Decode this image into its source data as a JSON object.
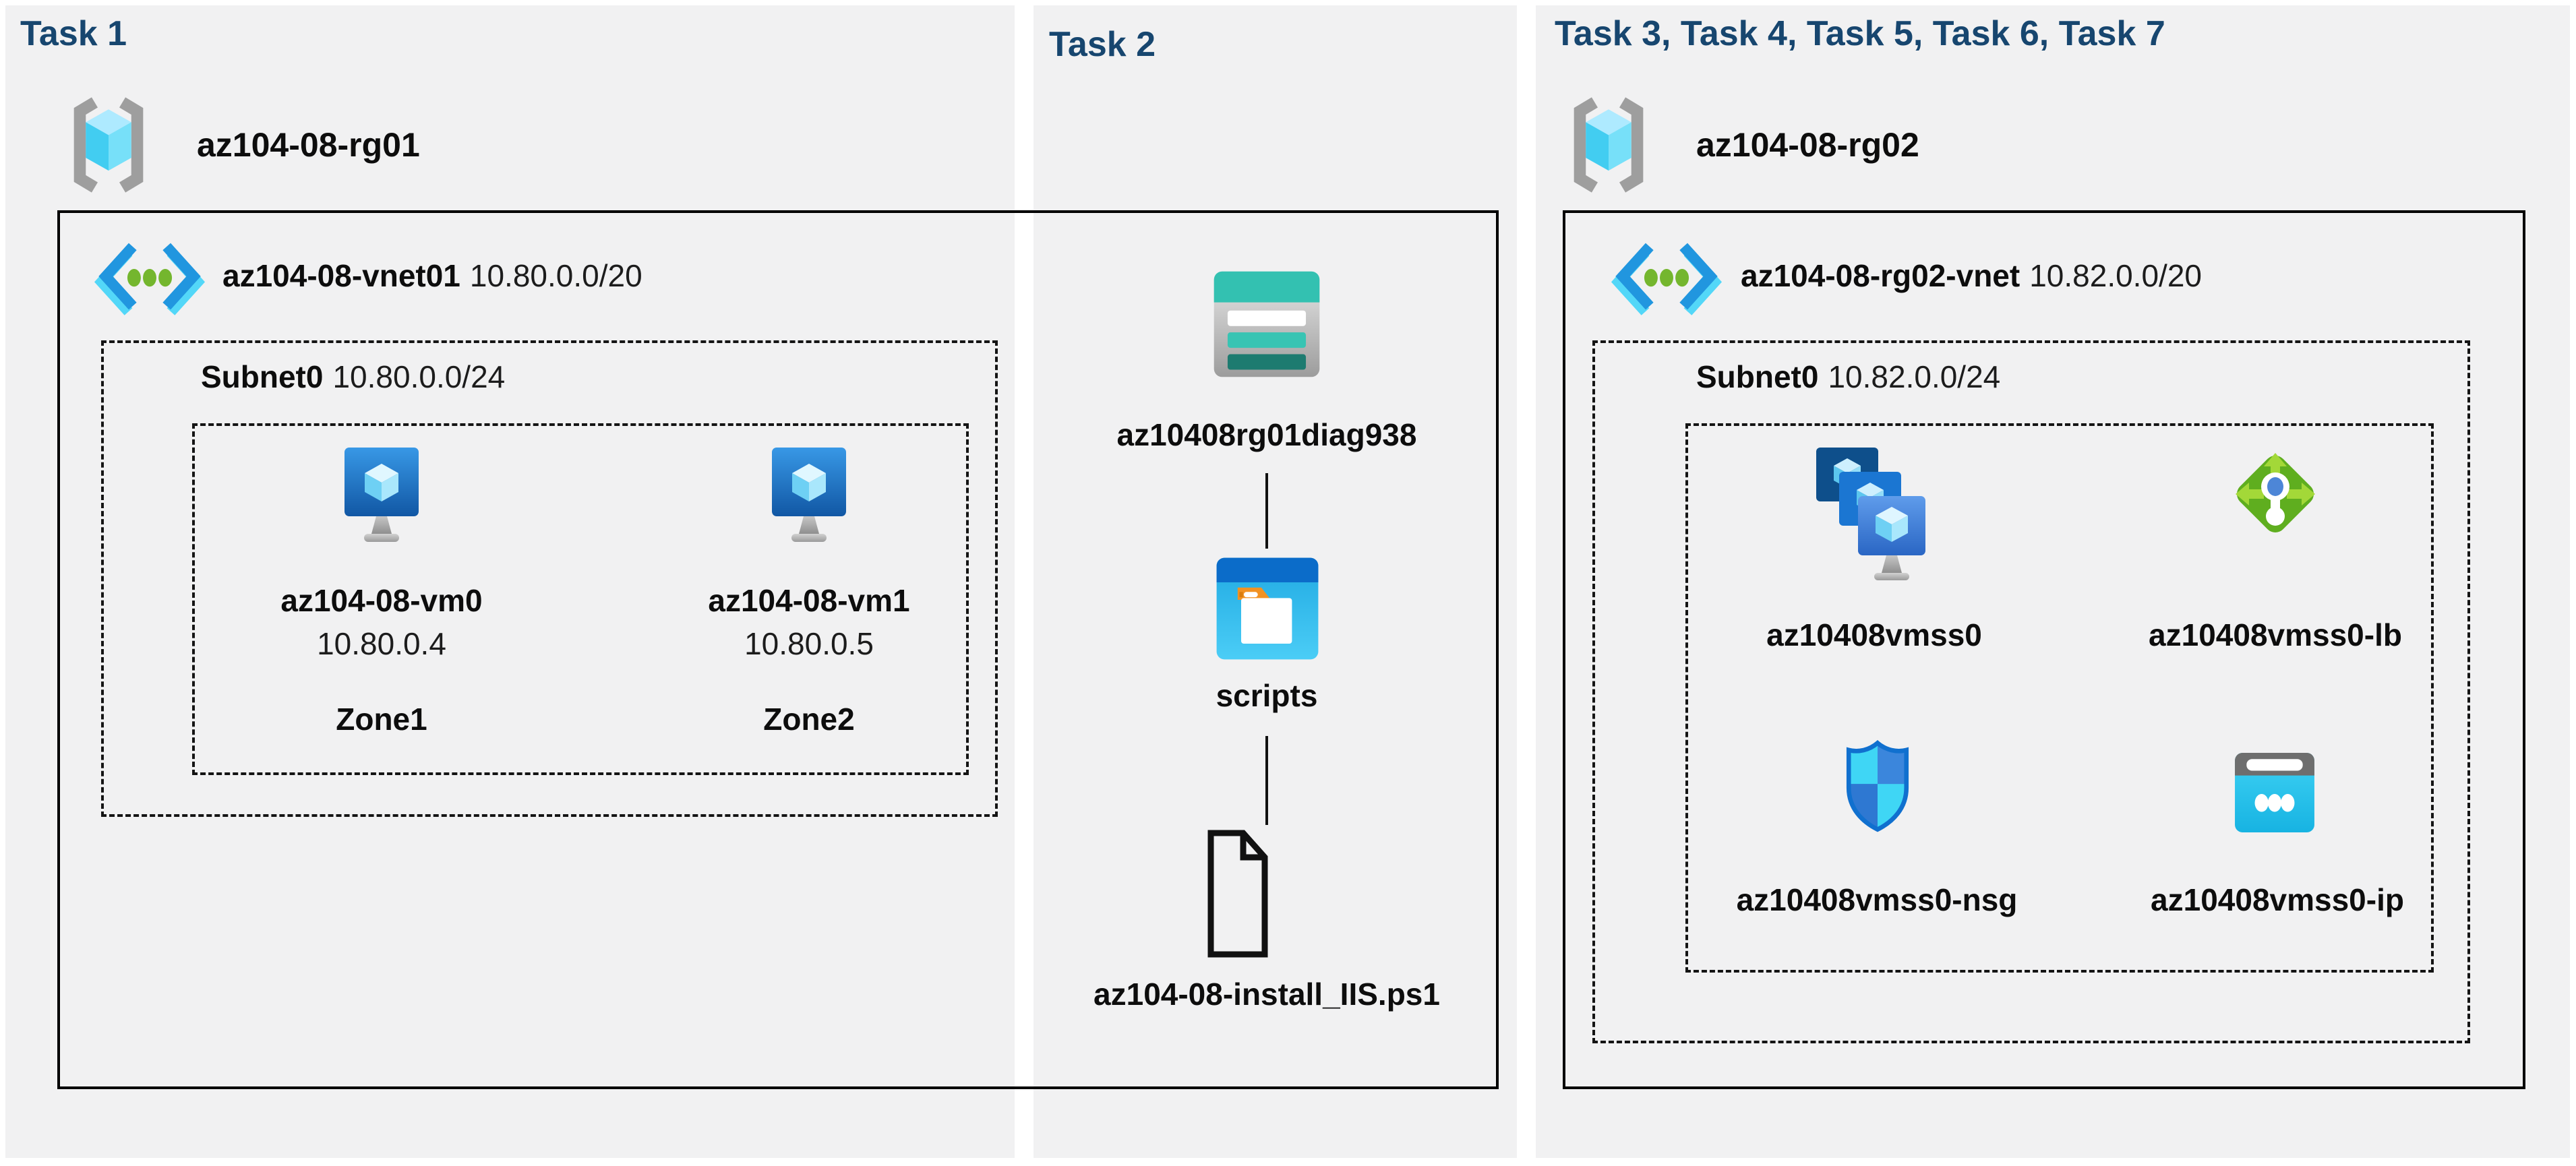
{
  "colors": {
    "header_text": "#17466F",
    "panel_bg": "#F1F1F2",
    "storage_teal": "#33C1B1",
    "folder_blue": "#0B6CC9",
    "lb_green": "#5FAE1F",
    "nsg_blue": "#3B86DC",
    "ip_cyan": "#2FC9F0",
    "vm_blue": "#1B76D2"
  },
  "task1": {
    "title": "Task 1",
    "resource_group": "az104-08-rg01",
    "vnet_name": "az104-08-vnet01",
    "vnet_cidr": "10.80.0.0/20",
    "subnet_name": "Subnet0",
    "subnet_cidr": "10.80.0.0/24",
    "vm0": {
      "name": "az104-08-vm0",
      "ip": "10.80.0.4",
      "zone": "Zone1"
    },
    "vm1": {
      "name": "az104-08-vm1",
      "ip": "10.80.0.5",
      "zone": "Zone2"
    }
  },
  "task2": {
    "title": "Task 2",
    "storage_account": "az10408rg01diag938",
    "folder": "scripts",
    "script_file": "az104-08-install_IIS.ps1"
  },
  "task3": {
    "title": "Task 3, Task 4, Task 5, Task 6, Task 7",
    "resource_group": "az104-08-rg02",
    "vnet_name": "az104-08-rg02-vnet",
    "vnet_cidr": "10.82.0.0/20",
    "subnet_name": "Subnet0",
    "subnet_cidr": "10.82.0.0/24",
    "vmss": "az10408vmss0",
    "load_balancer": "az10408vmss0-lb",
    "nsg": "az10408vmss0-nsg",
    "public_ip": "az10408vmss0-ip"
  }
}
